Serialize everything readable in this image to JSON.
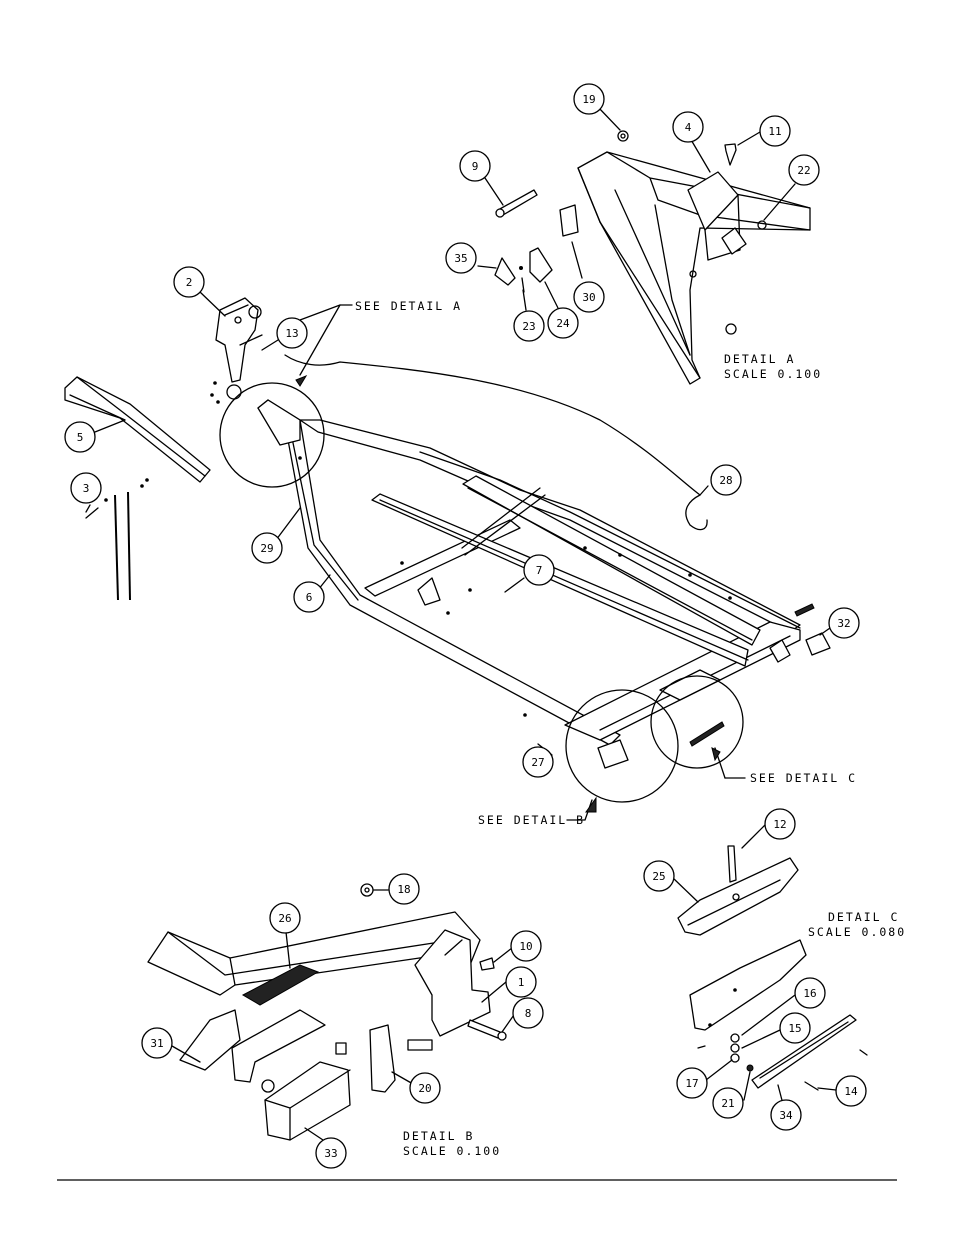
{
  "callouts": [
    "1",
    "2",
    "3",
    "4",
    "5",
    "6",
    "7",
    "8",
    "9",
    "10",
    "11",
    "12",
    "13",
    "14",
    "15",
    "16",
    "17",
    "18",
    "19",
    "20",
    "21",
    "22",
    "23",
    "24",
    "25",
    "26",
    "27",
    "28",
    "29",
    "30",
    "31",
    "32",
    "33",
    "34",
    "35"
  ],
  "notes": {
    "see_detail_a": "SEE DETAIL  A",
    "see_detail_b": "SEE DETAIL  B",
    "see_detail_c": "SEE DETAIL  C",
    "detail_a_title": "DETAIL  A",
    "detail_a_scale": "SCALE  0.100",
    "detail_b_title": "DETAIL  B",
    "detail_b_scale": "SCALE  0.100",
    "detail_c_title": "DETAIL  C",
    "detail_c_scale": "SCALE  0.080"
  }
}
